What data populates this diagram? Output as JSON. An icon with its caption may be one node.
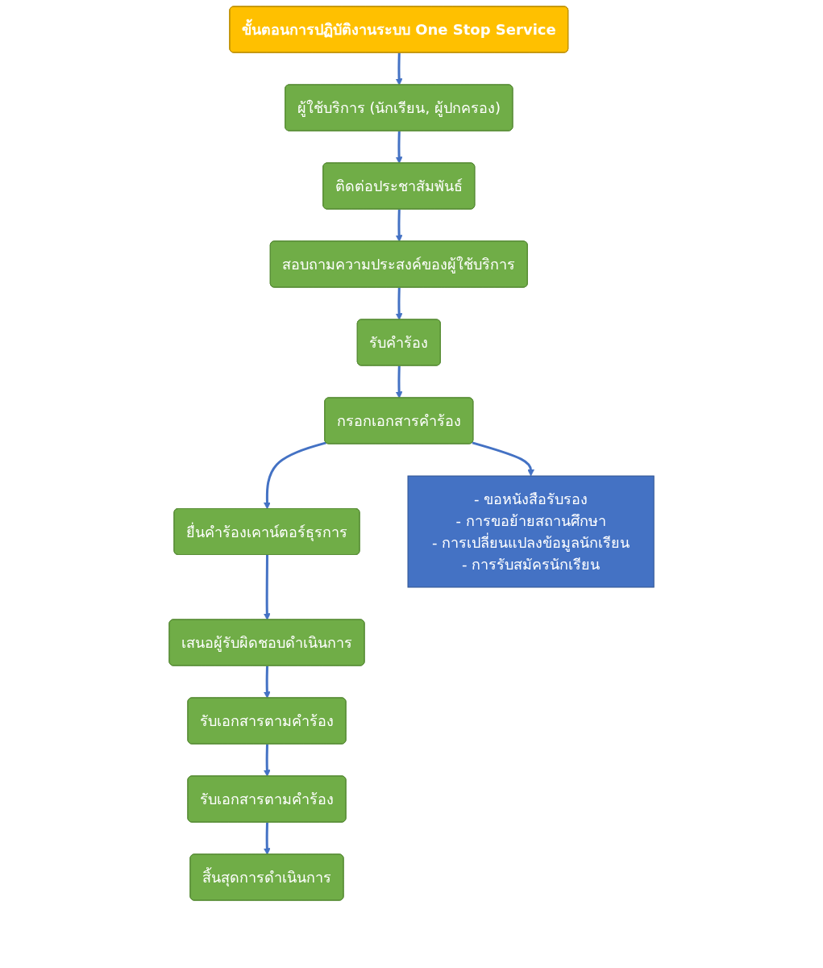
{
  "diagram": {
    "nodes": [
      {
        "text": [
          "ขั้นตอนการปฏิบัติงานระบบ One Stop Service"
        ]
      },
      {
        "text": [
          "ผู้ใช้บริการ (นักเรียน, ผู้ปกครอง)"
        ]
      },
      {
        "text": [
          "ติดต่อประชาสัมพันธ์"
        ]
      },
      {
        "text": [
          "สอบถามความประสงค์ของผู้ใช้บริการ"
        ]
      },
      {
        "text": [
          "รับคำร้อง"
        ]
      },
      {
        "text": [
          "กรอกเอกสารคำร้อง"
        ]
      },
      {
        "text": [
          "ยื่นคำร้องเคาน์ตอร์ธุรการ"
        ]
      },
      {
        "text": [
          "เสนอผู้รับผิดชอบดำเนินการ"
        ]
      },
      {
        "text": [
          "รับเอกสารตามคำร้อง"
        ]
      },
      {
        "text": [
          "รับเอกสารตามคำร้อง"
        ]
      },
      {
        "text": [
          "สิ้นสุดการดำเนินการ"
        ]
      },
      {
        "text": [
          "- ขอหนังสือรับรอง",
          "- การขอย้ายสถานศึกษา",
          "- การเปลี่ยนแปลงข้อมูลนักเรียน",
          "- การรับสมัครนักเรียน"
        ]
      }
    ],
    "edges": [
      {
        "from": 0,
        "to": 1,
        "arrow": "to"
      },
      {
        "from": 1,
        "to": 2,
        "arrow": "to"
      },
      {
        "from": 2,
        "to": 3,
        "arrow": "to"
      },
      {
        "from": 3,
        "to": 4,
        "arrow": "to"
      },
      {
        "from": 4,
        "to": 5,
        "arrow": "to"
      },
      {
        "from": 5,
        "to": 11,
        "arrow": "to"
      },
      {
        "from": 5,
        "to": 6,
        "arrow": "to"
      },
      {
        "from": 6,
        "to": 7,
        "arrow": "to"
      },
      {
        "from": 7,
        "to": 8,
        "arrow": "to"
      },
      {
        "from": 8,
        "to": 9,
        "arrow": "to"
      },
      {
        "from": 9,
        "to": 10,
        "arrow": "to"
      }
    ]
  }
}
